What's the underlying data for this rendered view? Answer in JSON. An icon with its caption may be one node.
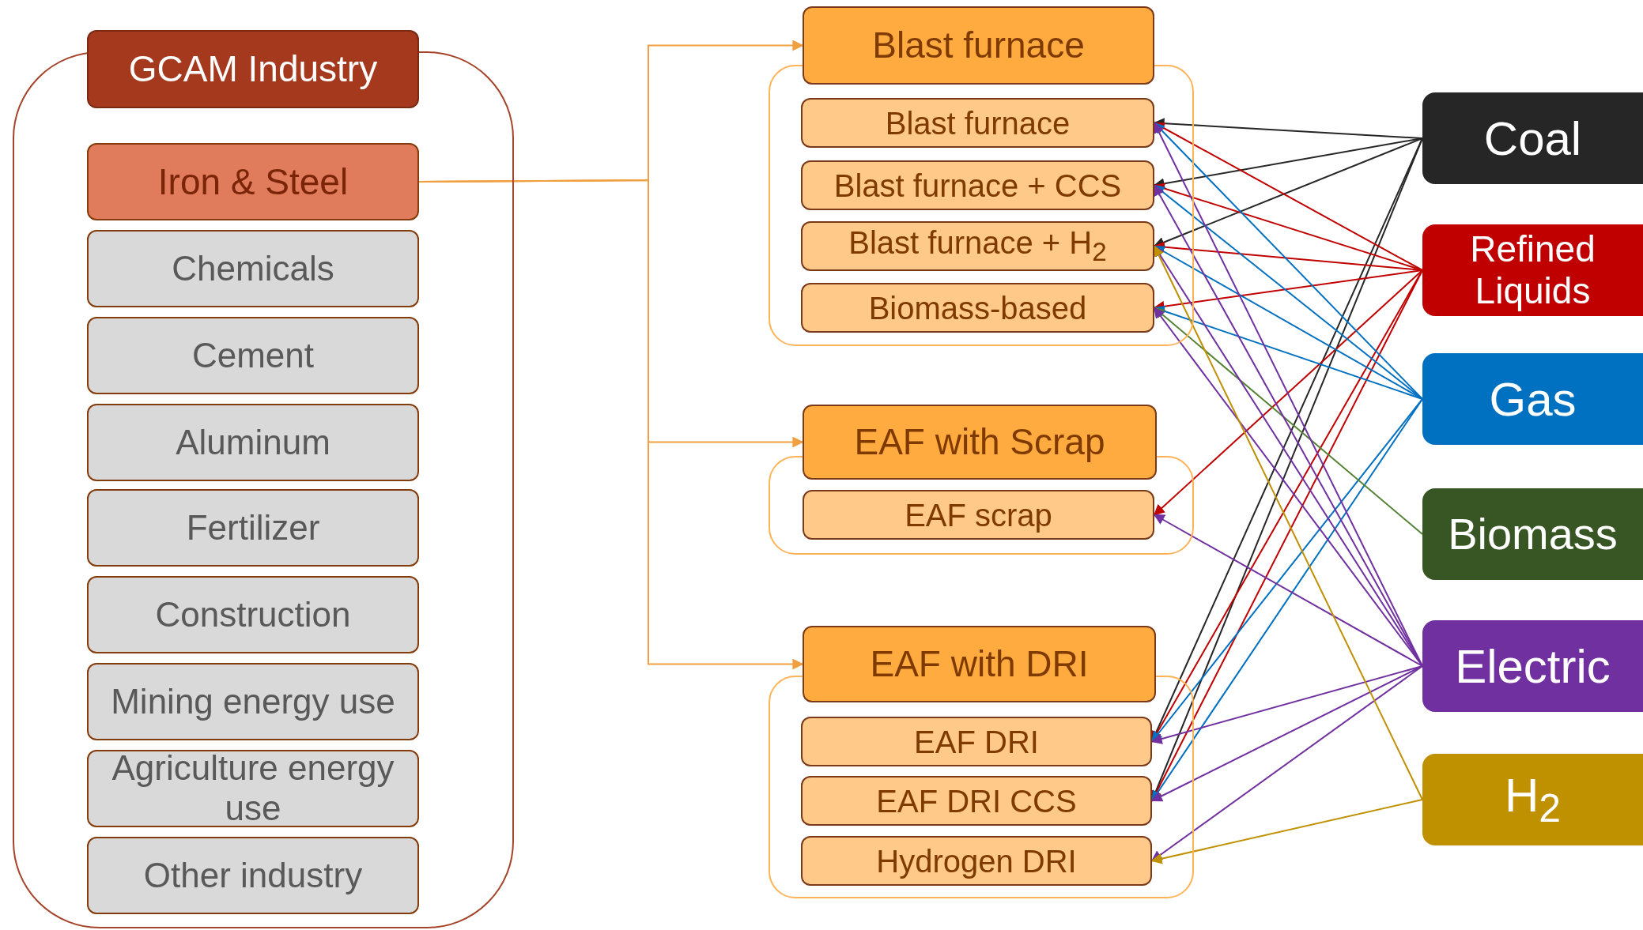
{
  "diagram": {
    "nodes": [
      {
        "text": [
          "GCAM Industry"
        ]
      },
      {
        "text": [
          "Iron & Steel"
        ],
        "in": 0
      },
      {
        "text": [
          "Chemicals"
        ],
        "in": 0
      },
      {
        "text": [
          "Cement"
        ],
        "in": 0
      },
      {
        "text": [
          "Aluminum"
        ],
        "in": 0
      },
      {
        "text": [
          "Fertilizer"
        ],
        "in": 0
      },
      {
        "text": [
          "Construction"
        ],
        "in": 0
      },
      {
        "text": [
          "Mining energy use"
        ],
        "in": 0
      },
      {
        "text": [
          "Agriculture energy use"
        ],
        "in": 0
      },
      {
        "text": [
          "Other industry"
        ],
        "in": 0
      },
      {
        "text": [
          "Blast furnace"
        ]
      },
      {
        "text": [
          "Blast furnace"
        ],
        "in": 10
      },
      {
        "text": [
          "Blast furnace + CCS"
        ],
        "in": 10
      },
      {
        "text": [
          "Blast furnace + H$_{2}$"
        ],
        "in": 10
      },
      {
        "text": [
          "Biomass-based"
        ],
        "in": 10
      },
      {
        "text": [
          "EAF with Scrap"
        ]
      },
      {
        "text": [
          "EAF scrap"
        ],
        "in": 15
      },
      {
        "text": [
          "EAF with DRI"
        ]
      },
      {
        "text": [
          "EAF DRI"
        ],
        "in": 17
      },
      {
        "text": [
          "EAF DRI CCS"
        ],
        "in": 17
      },
      {
        "text": [
          "Hydrogen DRI"
        ],
        "in": 17
      },
      {
        "text": [
          "Coal"
        ]
      },
      {
        "text": [
          "Refined Liquids"
        ]
      },
      {
        "text": [
          "Gas"
        ]
      },
      {
        "text": [
          "Biomass"
        ]
      },
      {
        "text": [
          "Electric"
        ]
      },
      {
        "text": [
          "H$_{2}$"
        ]
      }
    ],
    "edges": [
      {
        "from": 1,
        "to": 10,
        "arrow": "to",
        "color": "#f0a040"
      },
      {
        "from": 1,
        "to": 15,
        "arrow": "to",
        "color": "#f0a040"
      },
      {
        "from": 1,
        "to": 17,
        "arrow": "to",
        "color": "#f0a040"
      },
      {
        "from": 21,
        "to": 11,
        "arrow": "to",
        "color": "#262626"
      },
      {
        "from": 21,
        "to": 12,
        "arrow": "to",
        "color": "#262626"
      },
      {
        "from": 21,
        "to": 13,
        "arrow": "to",
        "color": "#262626"
      },
      {
        "from": 21,
        "to": 18,
        "arrow": "to",
        "color": "#262626"
      },
      {
        "from": 21,
        "to": 19,
        "arrow": "to",
        "color": "#262626"
      },
      {
        "from": 22,
        "to": 11,
        "arrow": "to",
        "color": "#c00000"
      },
      {
        "from": 22,
        "to": 12,
        "arrow": "to",
        "color": "#c00000"
      },
      {
        "from": 22,
        "to": 13,
        "arrow": "to",
        "color": "#c00000"
      },
      {
        "from": 22,
        "to": 14,
        "arrow": "to",
        "color": "#c00000"
      },
      {
        "from": 22,
        "to": 16,
        "arrow": "to",
        "color": "#c00000"
      },
      {
        "from": 22,
        "to": 18,
        "arrow": "to",
        "color": "#c00000"
      },
      {
        "from": 22,
        "to": 19,
        "arrow": "to",
        "color": "#c00000"
      },
      {
        "from": 23,
        "to": 11,
        "arrow": "to",
        "color": "#0070c0"
      },
      {
        "from": 23,
        "to": 12,
        "arrow": "to",
        "color": "#0070c0"
      },
      {
        "from": 23,
        "to": 13,
        "arrow": "to",
        "color": "#0070c0"
      },
      {
        "from": 23,
        "to": 14,
        "arrow": "to",
        "color": "#0070c0"
      },
      {
        "from": 23,
        "to": 18,
        "arrow": "to",
        "color": "#0070c0"
      },
      {
        "from": 23,
        "to": 19,
        "arrow": "to",
        "color": "#0070c0"
      },
      {
        "from": 24,
        "to": 14,
        "arrow": "to",
        "color": "#548235"
      },
      {
        "from": 25,
        "to": 11,
        "arrow": "to",
        "color": "#7030a0"
      },
      {
        "from": 25,
        "to": 12,
        "arrow": "to",
        "color": "#7030a0"
      },
      {
        "from": 25,
        "to": 13,
        "arrow": "to",
        "color": "#7030a0"
      },
      {
        "from": 25,
        "to": 14,
        "arrow": "to",
        "color": "#7030a0"
      },
      {
        "from": 25,
        "to": 16,
        "arrow": "to",
        "color": "#7030a0"
      },
      {
        "from": 25,
        "to": 18,
        "arrow": "to",
        "color": "#7030a0"
      },
      {
        "from": 25,
        "to": 19,
        "arrow": "to",
        "color": "#7030a0"
      },
      {
        "from": 25,
        "to": 20,
        "arrow": "to",
        "color": "#7030a0"
      },
      {
        "from": 26,
        "to": 13,
        "arrow": "to",
        "color": "#bf9000"
      },
      {
        "from": 26,
        "to": 20,
        "arrow": "to",
        "color": "#bf9000"
      }
    ]
  }
}
